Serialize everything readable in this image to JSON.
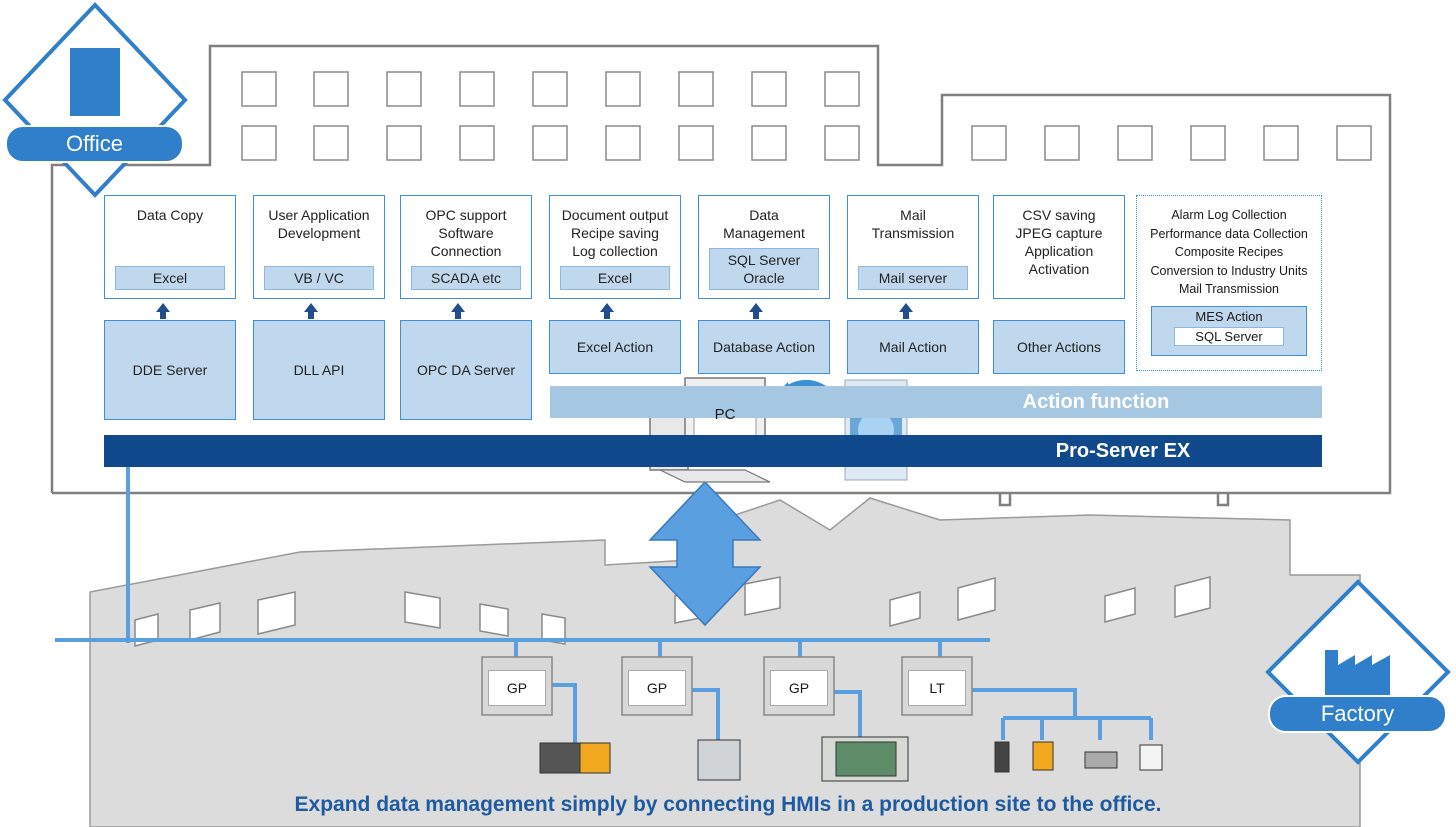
{
  "office_badge": "Office",
  "factory_badge": "Factory",
  "office_apps": [
    {
      "lines": [
        "Data Copy"
      ],
      "tag": "Excel"
    },
    {
      "lines": [
        "User Application",
        "Development"
      ],
      "tag": "VB / VC"
    },
    {
      "lines": [
        "OPC support",
        "Software",
        "Connection"
      ],
      "tag": "SCADA etc"
    },
    {
      "lines": [
        "Document output",
        "Recipe saving",
        "Log collection"
      ],
      "tag": "Excel"
    },
    {
      "lines": [
        "Data",
        "Management"
      ],
      "tag": "SQL Server\nOracle"
    },
    {
      "lines": [
        "Mail",
        "Transmission"
      ],
      "tag": "Mail server"
    },
    {
      "lines": [
        "CSV saving",
        "JPEG capture",
        "Application",
        "Activation"
      ],
      "tag": ""
    }
  ],
  "servers": [
    "DDE Server",
    "DLL API",
    "OPC DA Server",
    "Excel Action",
    "Database Action",
    "Mail Action",
    "Other Actions"
  ],
  "mes_box": {
    "lines": [
      "Alarm Log Collection",
      "Performance data Collection",
      "Composite Recipes",
      "Conversion to Industry Units",
      "Mail Transmission"
    ],
    "action": "MES Action",
    "tag": "SQL Server"
  },
  "action_function": "Action function",
  "pro_server": "Pro-Server EX",
  "pc_label": "PC",
  "hmis": [
    "GP",
    "GP",
    "GP",
    "LT"
  ],
  "caption": "Expand data management simply by connecting HMIs in a production site to the office."
}
